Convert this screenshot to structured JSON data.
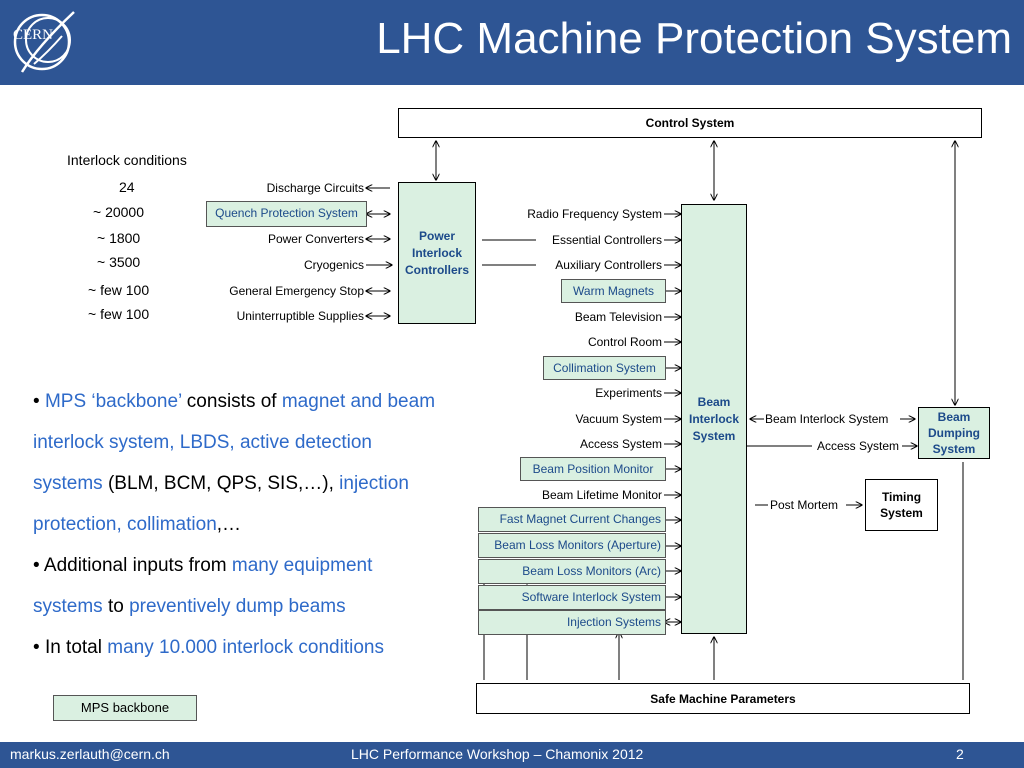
{
  "slide": {
    "title": "LHC Machine Protection System",
    "logo_text": "CERN",
    "footer_left": "markus.zerlauth@cern.ch",
    "footer_center": "LHC  Performance Workshop – Chamonix 2012",
    "page_number": "2"
  },
  "diagram": {
    "control_system": "Control System",
    "safe_machine_parameters": "Safe Machine Parameters",
    "power_interlock_controllers": [
      "Power",
      "Interlock",
      "Controllers"
    ],
    "beam_interlock_system": [
      "Beam",
      "Interlock",
      "System"
    ],
    "beam_dumping_system": [
      "Beam",
      "Dumping",
      "System"
    ],
    "timing_system": [
      "Timing",
      "System"
    ],
    "interlock_conditions_header": "Interlock conditions",
    "left_rows": [
      {
        "count": "24",
        "label": "Discharge Circuits"
      },
      {
        "count": "~ 20000",
        "label": "Quench Protection System"
      },
      {
        "count": "~ 1800",
        "label": "Power Converters"
      },
      {
        "count": "~ 3500",
        "label": "Cryogenics"
      },
      {
        "count": "~ few 100",
        "label": "General Emergency Stop"
      },
      {
        "count": "~ few 100",
        "label": "Uninterruptible Supplies"
      }
    ],
    "right_inputs": [
      "Radio Frequency System",
      "Essential Controllers",
      "Auxiliary Controllers",
      "Warm Magnets",
      "Beam Television",
      "Control Room",
      "Collimation System",
      "Experiments",
      "Vacuum System",
      "Access System",
      "Beam Position Monitor",
      "Beam Lifetime Monitor",
      "Fast Magnet Current Changes",
      "Beam Loss Monitors (Aperture)",
      "Beam Loss Monitors (Arc)",
      "Software Interlock System",
      "Injection Systems"
    ],
    "bis_link_label": "Beam Interlock System",
    "access_system_label": "Access System",
    "post_mortem_label": "Post Mortem",
    "legend": "MPS backbone"
  },
  "bullets": {
    "b1_p1": "MPS ‘backbone’",
    "b1_p2": " consists of ",
    "b1_p3": "magnet and beam interlock system, LBDS, active detection systems",
    "b1_p4": " (BLM, BCM, QPS, SIS,…), ",
    "b1_p5": "injection protection, collimation",
    "b1_p6": ",…",
    "b2_p1": "Additional inputs from ",
    "b2_p2": "many equipment systems",
    "b2_p3": " to ",
    "b2_p4": "preventively dump beams",
    "b3_p1": "In total ",
    "b3_p2": "many 10.000 interlock conditions"
  },
  "colors": {
    "header_blue": "#2e5594",
    "backbone_green": "#daf0e1",
    "highlight_blue": "#2e6ac9"
  }
}
